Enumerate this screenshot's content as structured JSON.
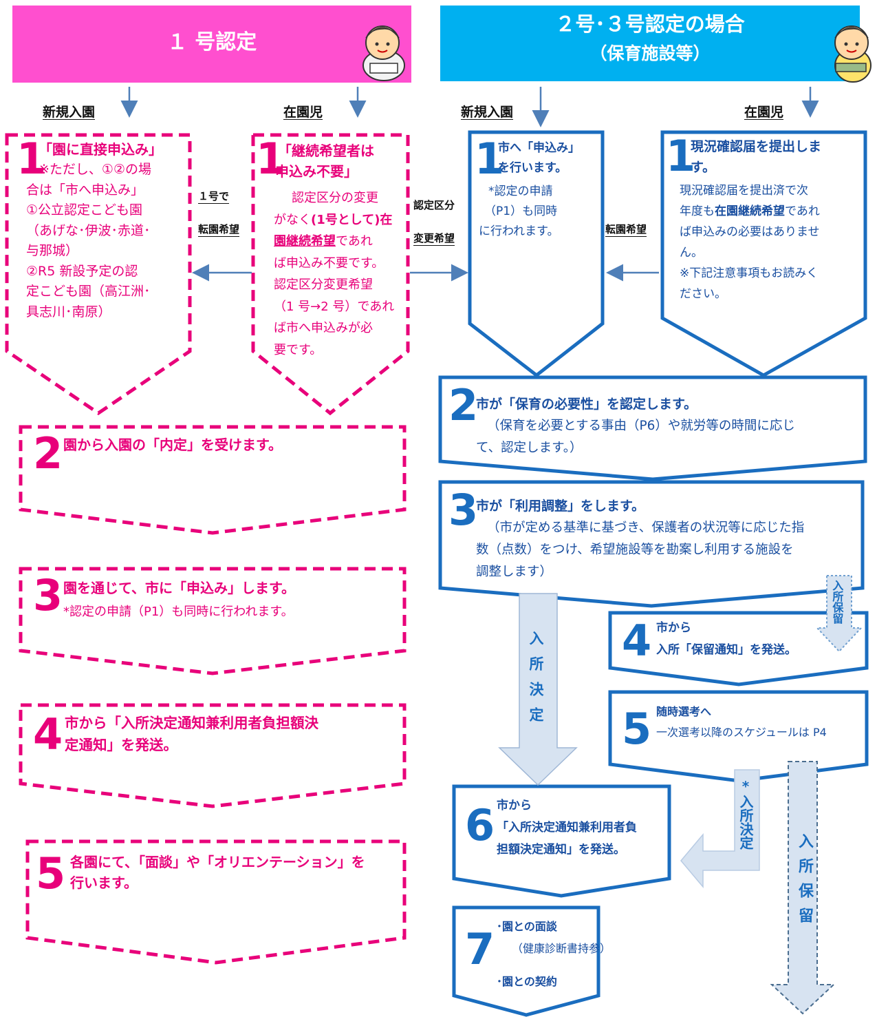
{
  "colors": {
    "pink": "#ff4fcf",
    "pink_text": "#e8007a",
    "cyan": "#00b0f0",
    "blue": "#1a6dbf",
    "arrow_fill": "#d7e3f1",
    "connector": "#4f7fb8"
  },
  "header_left": {
    "title": "１ 号認定",
    "mascot": "child-drum-icon"
  },
  "header_right": {
    "title_line1": "２号･３号認定の場合",
    "title_line2": "（保育施設等）",
    "mascot": "child-accordion-icon"
  },
  "labels": {
    "new_left": "新規入園",
    "enrolled_left": "在園児",
    "new_right": "新規入園",
    "enrolled_right": "在園児"
  },
  "connectors": {
    "c1_line1": "１号で",
    "c1_line2": "転園希望",
    "c2_line1": "認定区分",
    "c2_line2": "変更希望",
    "c3": "転園希望"
  },
  "left": {
    "s1a": {
      "num": "1",
      "title": "「園に直接申込み」",
      "lines": [
        "※ただし、①②の場",
        "合は「市へ申込み」",
        "①公立認定こども園",
        "（あげな･伊波･赤道･",
        "与那城）",
        "②R5 新設予定の認",
        "定こども園（高江洲･",
        "具志川･南原）"
      ]
    },
    "s1b": {
      "num": "1",
      "title1": "「継続希望者は",
      "title2": "申込み不要」",
      "p1": "認定区分の変更",
      "p2": "がなく",
      "p2b": "(1号として)在",
      "p3": "園継続希望",
      "p3b": "であれ",
      "p4": "ば申込み不要です。",
      "p5": "認定区分変更希望",
      "p6": "（1 号→2 号）であれ",
      "p7": "ば市へ申込みが必",
      "p8": "要です。"
    },
    "s2": {
      "num": "2",
      "title": "園から入園の「内定」を受けます。"
    },
    "s3": {
      "num": "3",
      "title": "園を通じて、市に「申込み」します。",
      "note": "*認定の申請（P1）も同時に行われます。"
    },
    "s4": {
      "num": "4",
      "title1": "市から「入所決定通知兼利用者負担額決",
      "title2": "定通知」を発送。"
    },
    "s5": {
      "num": "5",
      "title1": "各園にて、「面談」や「オリエンテーション」を",
      "title2": "行います。"
    }
  },
  "right": {
    "s1a": {
      "num": "1",
      "title1": "市へ「申込み」",
      "title2": "を行います。",
      "lines": [
        "*認定の申請",
        "（P1）も同時",
        "に行われます。"
      ]
    },
    "s1b": {
      "num": "1",
      "title1": "現況確認届を提出しま",
      "title2": "す。",
      "l1": "現況確認届を提出済で次",
      "l2a": "年度も",
      "l2b": "在園継続希望",
      "l2c": "であれ",
      "l3": "ば申込みの必要はありませ",
      "l4": "ん。",
      "l5": "※下記注意事項もお読みく",
      "l6": "ださい。"
    },
    "s2": {
      "num": "2",
      "title": "市が「保育の必要性」を認定します。",
      "l1": "（保育を必要とする事由（P6）や就労等の時間に応じ",
      "l2": "て、認定します。）"
    },
    "s3": {
      "num": "3",
      "title": "市が「利用調整」をします。",
      "l1": "（市が定める基準に基づき、保護者の状況等に応じた指",
      "l2": "数（点数）をつけ、希望施設等を勘案し利用する施設を",
      "l3": "調整します）"
    },
    "s4": {
      "num": "4",
      "title1": "市から",
      "title2": "入所「保留通知」を発送。"
    },
    "s5": {
      "num": "5",
      "title": "随時選考へ",
      "note": "一次選考以降のスケジュールは P4"
    },
    "s6": {
      "num": "6",
      "title1": "市から",
      "title2": "「入所決定通知兼利用者負",
      "title3": "担額決定通知」を発送。"
    },
    "s7": {
      "num": "7",
      "l1": "･園との面談",
      "l2": "（健康診断書持参）",
      "l3": "･園との契約"
    },
    "arrows": {
      "decided": "入所決定",
      "hold_small": "入所保留",
      "star_decided": "*入所決定",
      "hold_big": "入所保留"
    }
  }
}
